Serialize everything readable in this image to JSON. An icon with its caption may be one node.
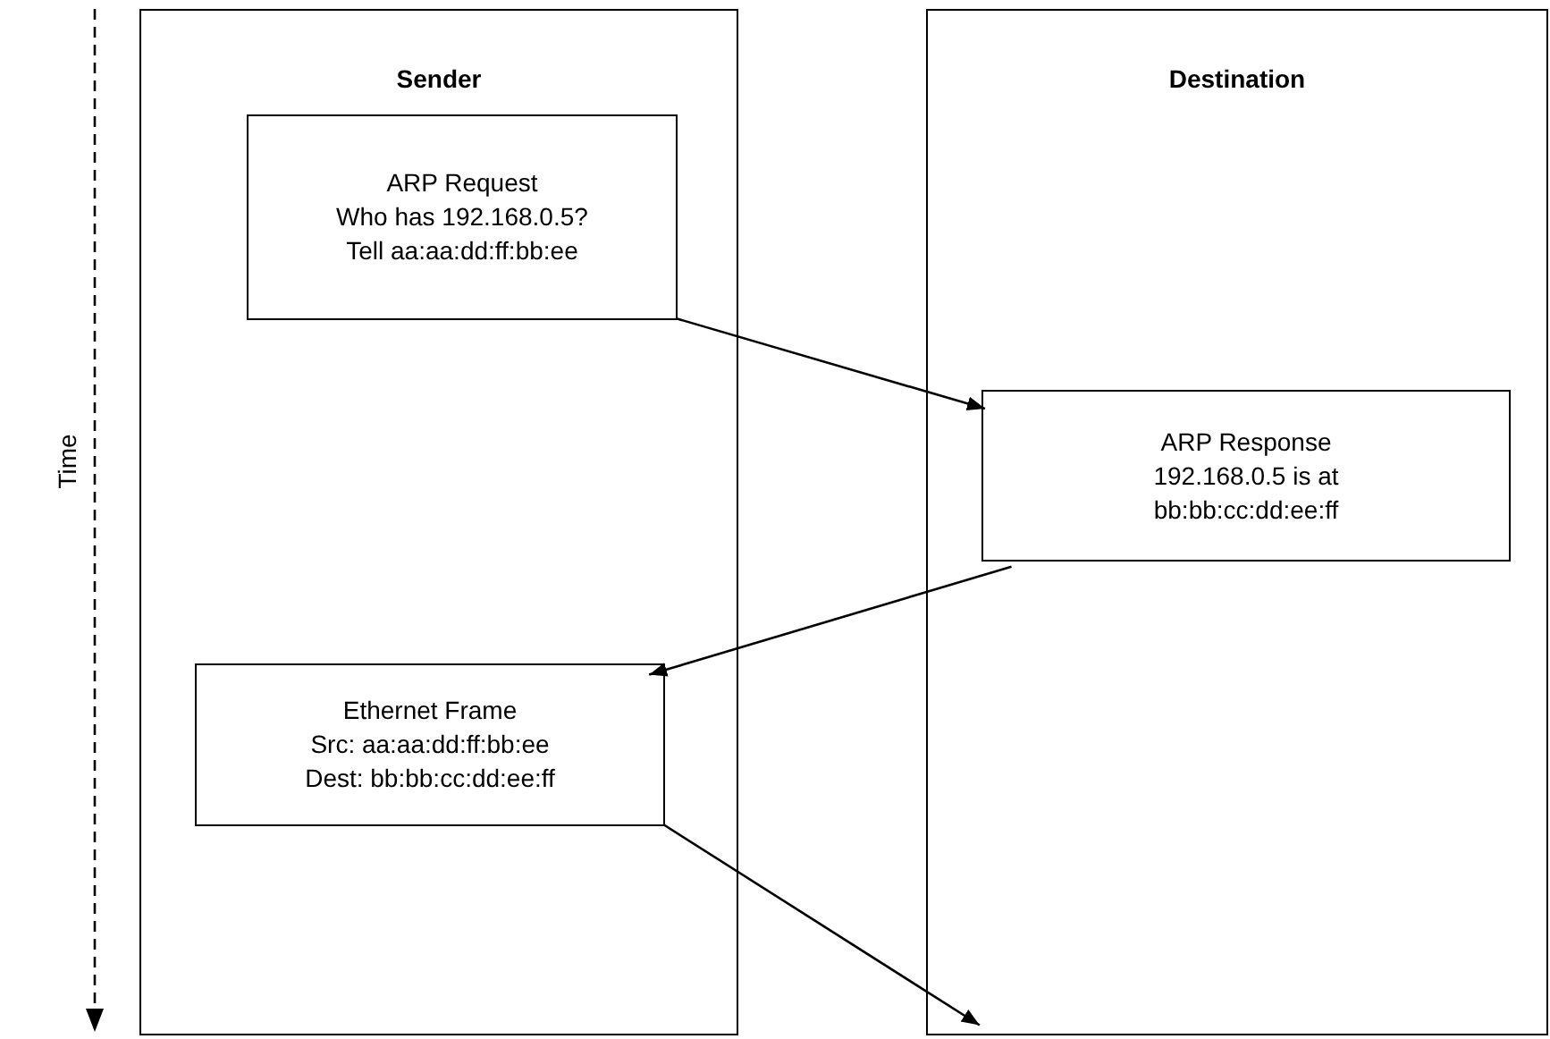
{
  "diagram": {
    "nodes": [
      {
        "text": [
          "Sender"
        ]
      },
      {
        "text": [
          "ARP Request",
          "Who has 192.168.0.5? Tell aa:aa:dd:ff:bb:ee"
        ],
        "in": 0
      },
      {
        "text": [
          "Ethernet Frame",
          "Src: aa:aa:dd:ff:bb:ee Dest: bb:bb:cc:dd:ee:ff"
        ],
        "in": 0
      },
      {
        "text": [
          "Destination"
        ]
      },
      {
        "text": [
          "ARP Response",
          "192.168.0.5 is at bb:bb:cc:dd:ee:ff"
        ],
        "in": 3
      }
    ],
    "edges": [
      {
        "from": 1,
        "to": 4,
        "arrow": "to"
      },
      {
        "from": 4,
        "to": 2,
        "arrow": "to"
      },
      {
        "from": 2,
        "to": 3,
        "arrow": "to"
      }
    ],
    "labels": [
      "Time"
    ]
  }
}
